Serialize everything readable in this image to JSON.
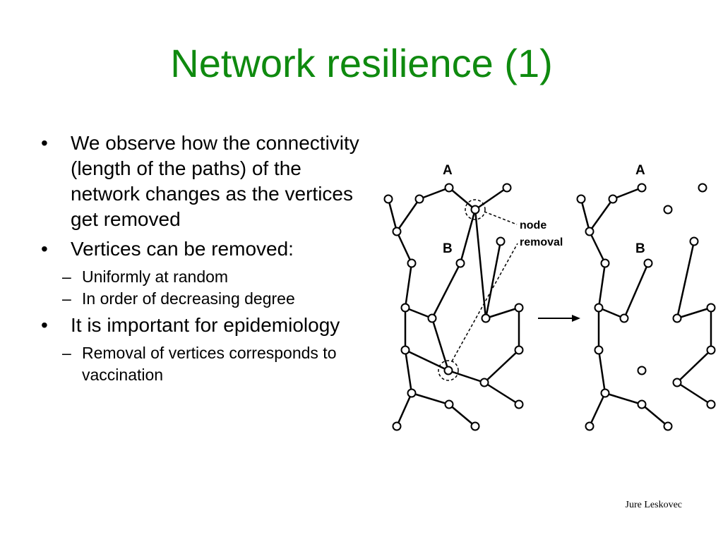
{
  "slide": {
    "title": "Network resilience (1)",
    "bullets": [
      {
        "text": "We observe how the connectivity (length of the paths) of the network changes as the vertices get removed",
        "subs": []
      },
      {
        "text": "Vertices can be removed:",
        "subs": [
          "Uniformly at random",
          "In order of decreasing degree"
        ]
      },
      {
        "text": "It is important for epidemiology",
        "subs": [
          "Removal of vertices corresponds to vaccination"
        ]
      }
    ],
    "bullet_mark": "•",
    "sub_mark": "–",
    "footer": "Jure Leskovec"
  },
  "figure": {
    "label_a": "A",
    "label_b": "B",
    "annotation_line1": "node",
    "annotation_line2": "removal",
    "colors": {
      "node_stroke": "#000000",
      "node_fill": "#ffffff",
      "edge": "#000000"
    }
  }
}
